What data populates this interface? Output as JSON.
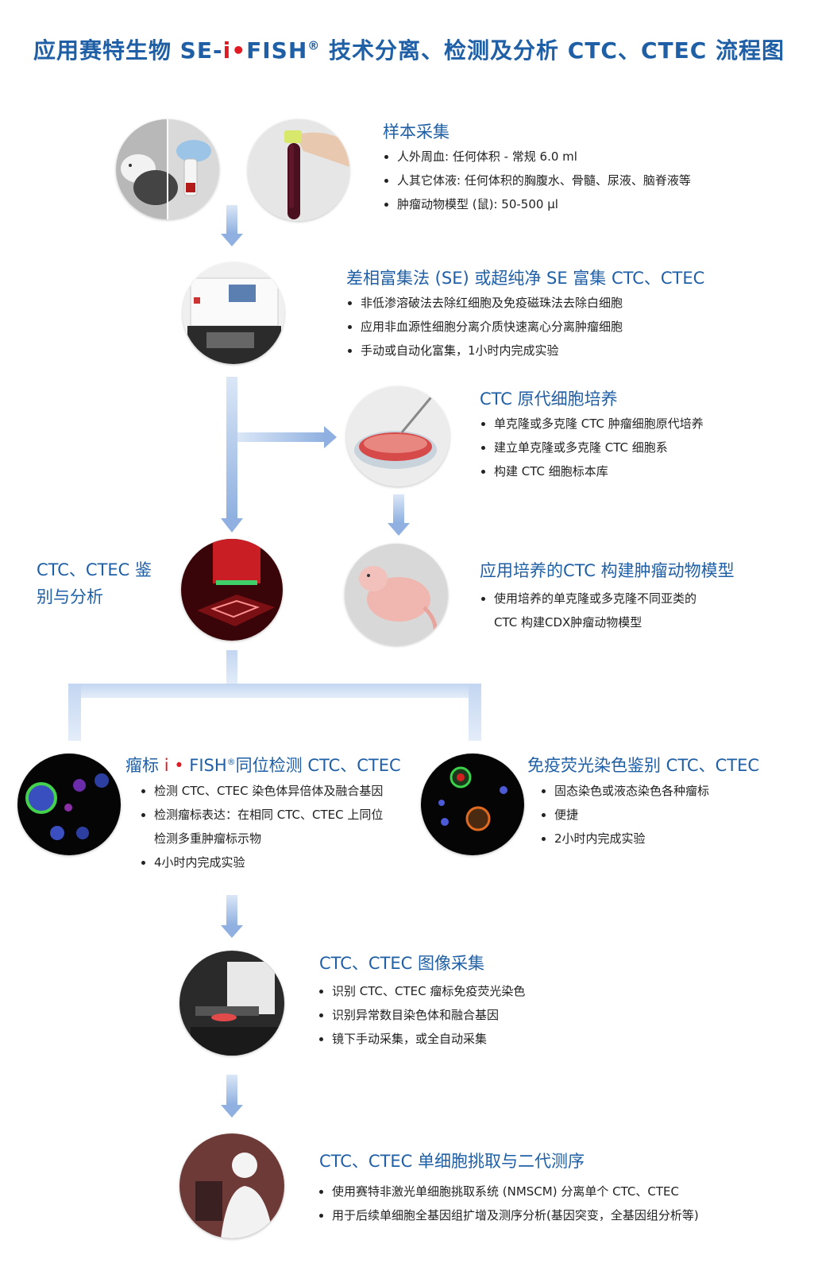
{
  "title": {
    "prefix": "应用赛特生物 SE-",
    "i": "i",
    "dot": "•",
    "fish": "FISH",
    "reg": "®",
    "suffix": " 技术分离、检测及分析 CTC、CTEC 流程图"
  },
  "colors": {
    "brand_blue": "#1f5fa6",
    "accent_red": "#e01b23",
    "arrow_light": "#c7d9f3",
    "arrow_dark": "#8fb0e0"
  },
  "steps": {
    "sample": {
      "heading": "样本采集",
      "items": [
        "人外周血: 任何体积 - 常规 6.0 ml",
        "人其它体液: 任何体积的胸腹水、骨髓、尿液、脑脊液等",
        "肿瘤动物模型 (鼠): 50-500 µl"
      ]
    },
    "enrich": {
      "heading": "差相富集法 (SE) 或超纯净 SE 富集 CTC、CTEC",
      "items": [
        "非低渗溶破法去除红细胞及免疫磁珠法去除白细胞",
        "应用非血源性细胞分离介质快速离心分离肿瘤细胞",
        "手动或自动化富集，1小时内完成实验"
      ]
    },
    "culture": {
      "heading": "CTC 原代细胞培养",
      "items": [
        "单克隆或多克隆 CTC 肿瘤细胞原代培养",
        "建立单克隆或多克隆 CTC 细胞系",
        "构建 CTC 细胞标本库"
      ]
    },
    "identify": {
      "label_line1": "CTC、CTEC 鉴",
      "label_line2": "别与分析"
    },
    "model": {
      "heading": "应用培养的CTC 构建肿瘤动物模型",
      "items": [
        "使用培养的单克隆或多克隆不同亚类的",
        "CTC 构建CDX肿瘤动物模型"
      ]
    },
    "ifish": {
      "heading_prefix": "瘤标 ",
      "heading_i": "i • ",
      "heading_fish": "FISH",
      "heading_reg": "®",
      "heading_suffix": "同位检测 CTC、CTEC",
      "items": [
        "检测 CTC、CTEC 染色体异倍体及融合基因",
        "检测瘤标表达：在相同 CTC、CTEC 上同位",
        "检测多重肿瘤标示物",
        "4小时内完成实验"
      ]
    },
    "immuno": {
      "heading": "免疫荧光染色鉴别 CTC、CTEC",
      "items": [
        "固态染色或液态染色各种瘤标",
        "便捷",
        "2小时内完成实验"
      ]
    },
    "imaging": {
      "heading": "CTC、CTEC 图像采集",
      "items": [
        "识别 CTC、CTEC 瘤标免疫荧光染色",
        "识别异常数目染色体和融合基因",
        "镜下手动采集，或全自动采集"
      ]
    },
    "single_cell": {
      "heading": "CTC、CTEC 单细胞挑取与二代测序",
      "items": [
        "使用赛特非激光单细胞挑取系统 (NMSCM) 分离单个 CTC、CTEC",
        "用于后续单细胞全基因组扩增及测序分析(基因突变，全基因组分析等)"
      ]
    }
  }
}
